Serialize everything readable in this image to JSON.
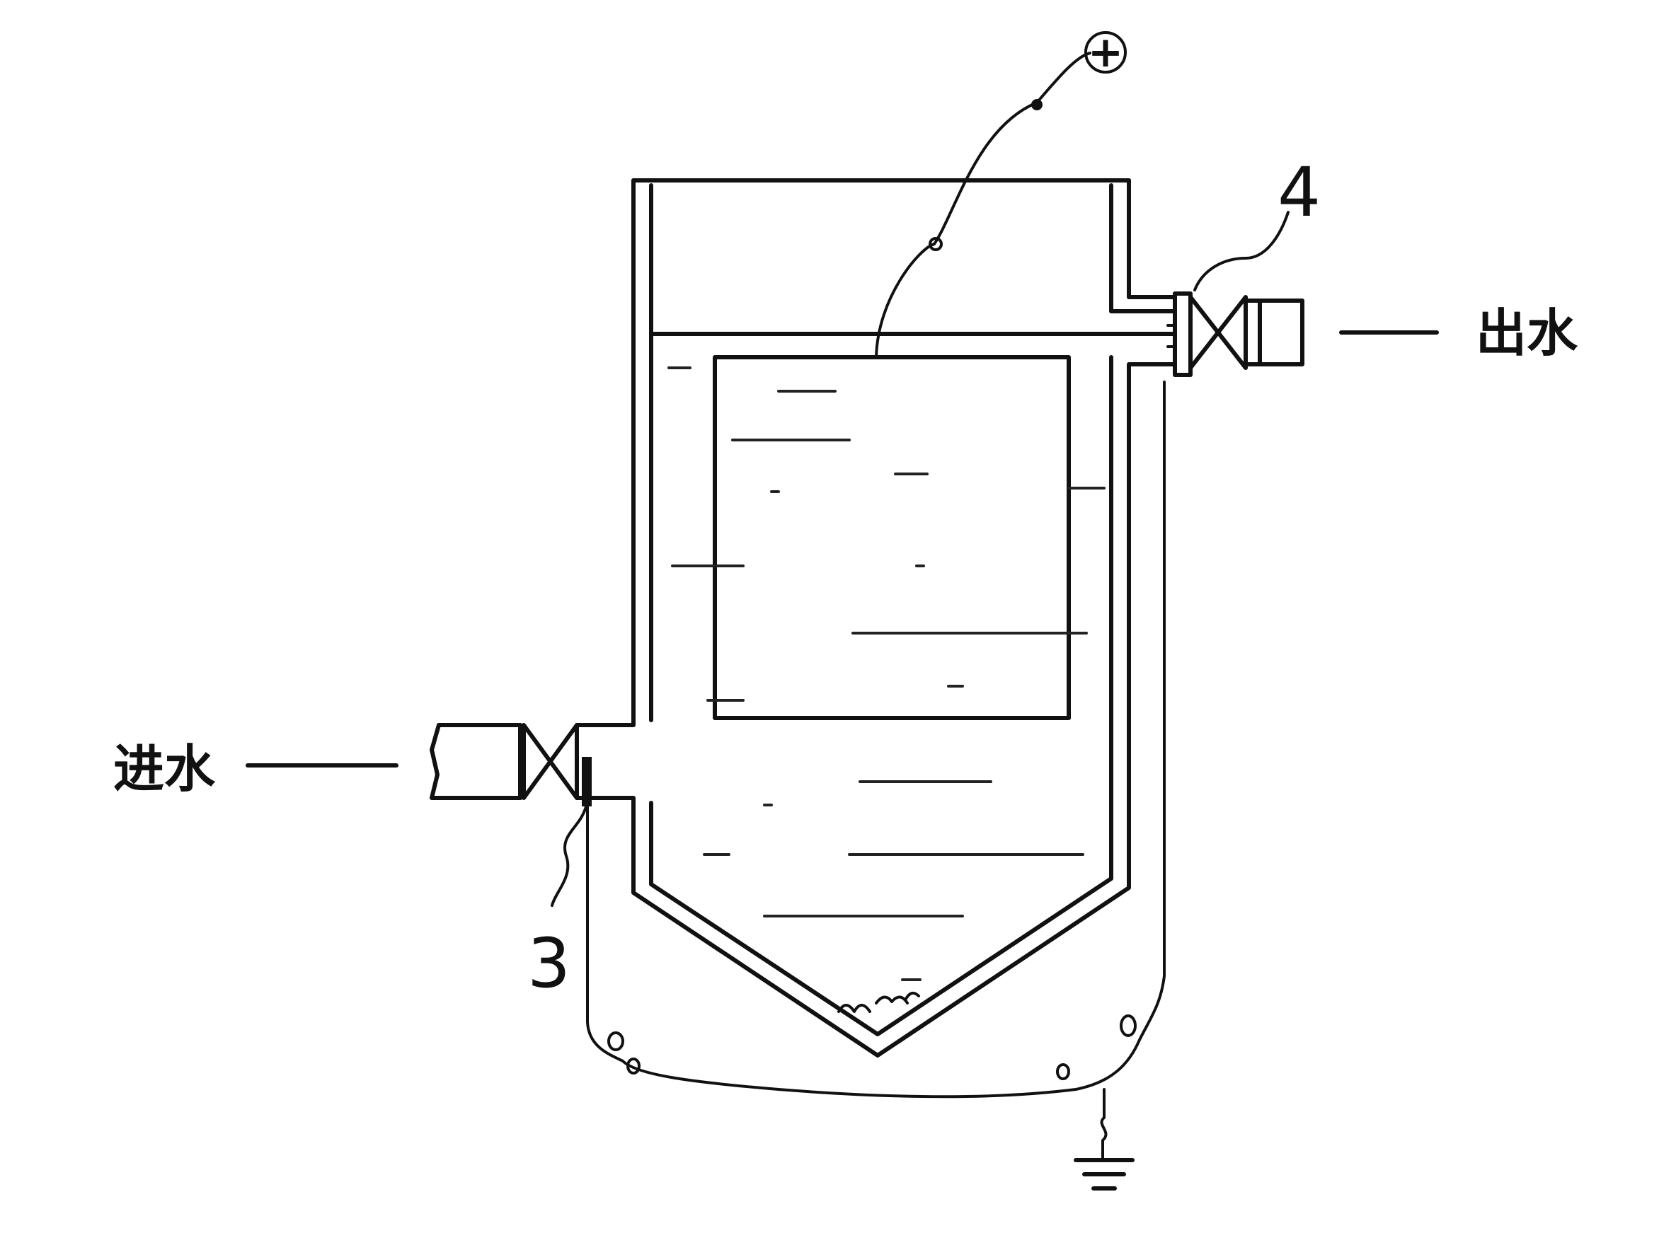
{
  "diagram": {
    "labels": {
      "outlet": "出水",
      "inlet": "进水",
      "part_3": "3",
      "part_4": "4",
      "positive_terminal": "+"
    },
    "colors": {
      "line": "#111111",
      "background": "#ffffff"
    },
    "icons": {
      "positive_terminal": "circled-plus-icon",
      "ground": "ground-symbol-icon",
      "inlet_valve": "bowtie-valve-icon",
      "outlet_valve": "bowtie-valve-icon"
    }
  }
}
